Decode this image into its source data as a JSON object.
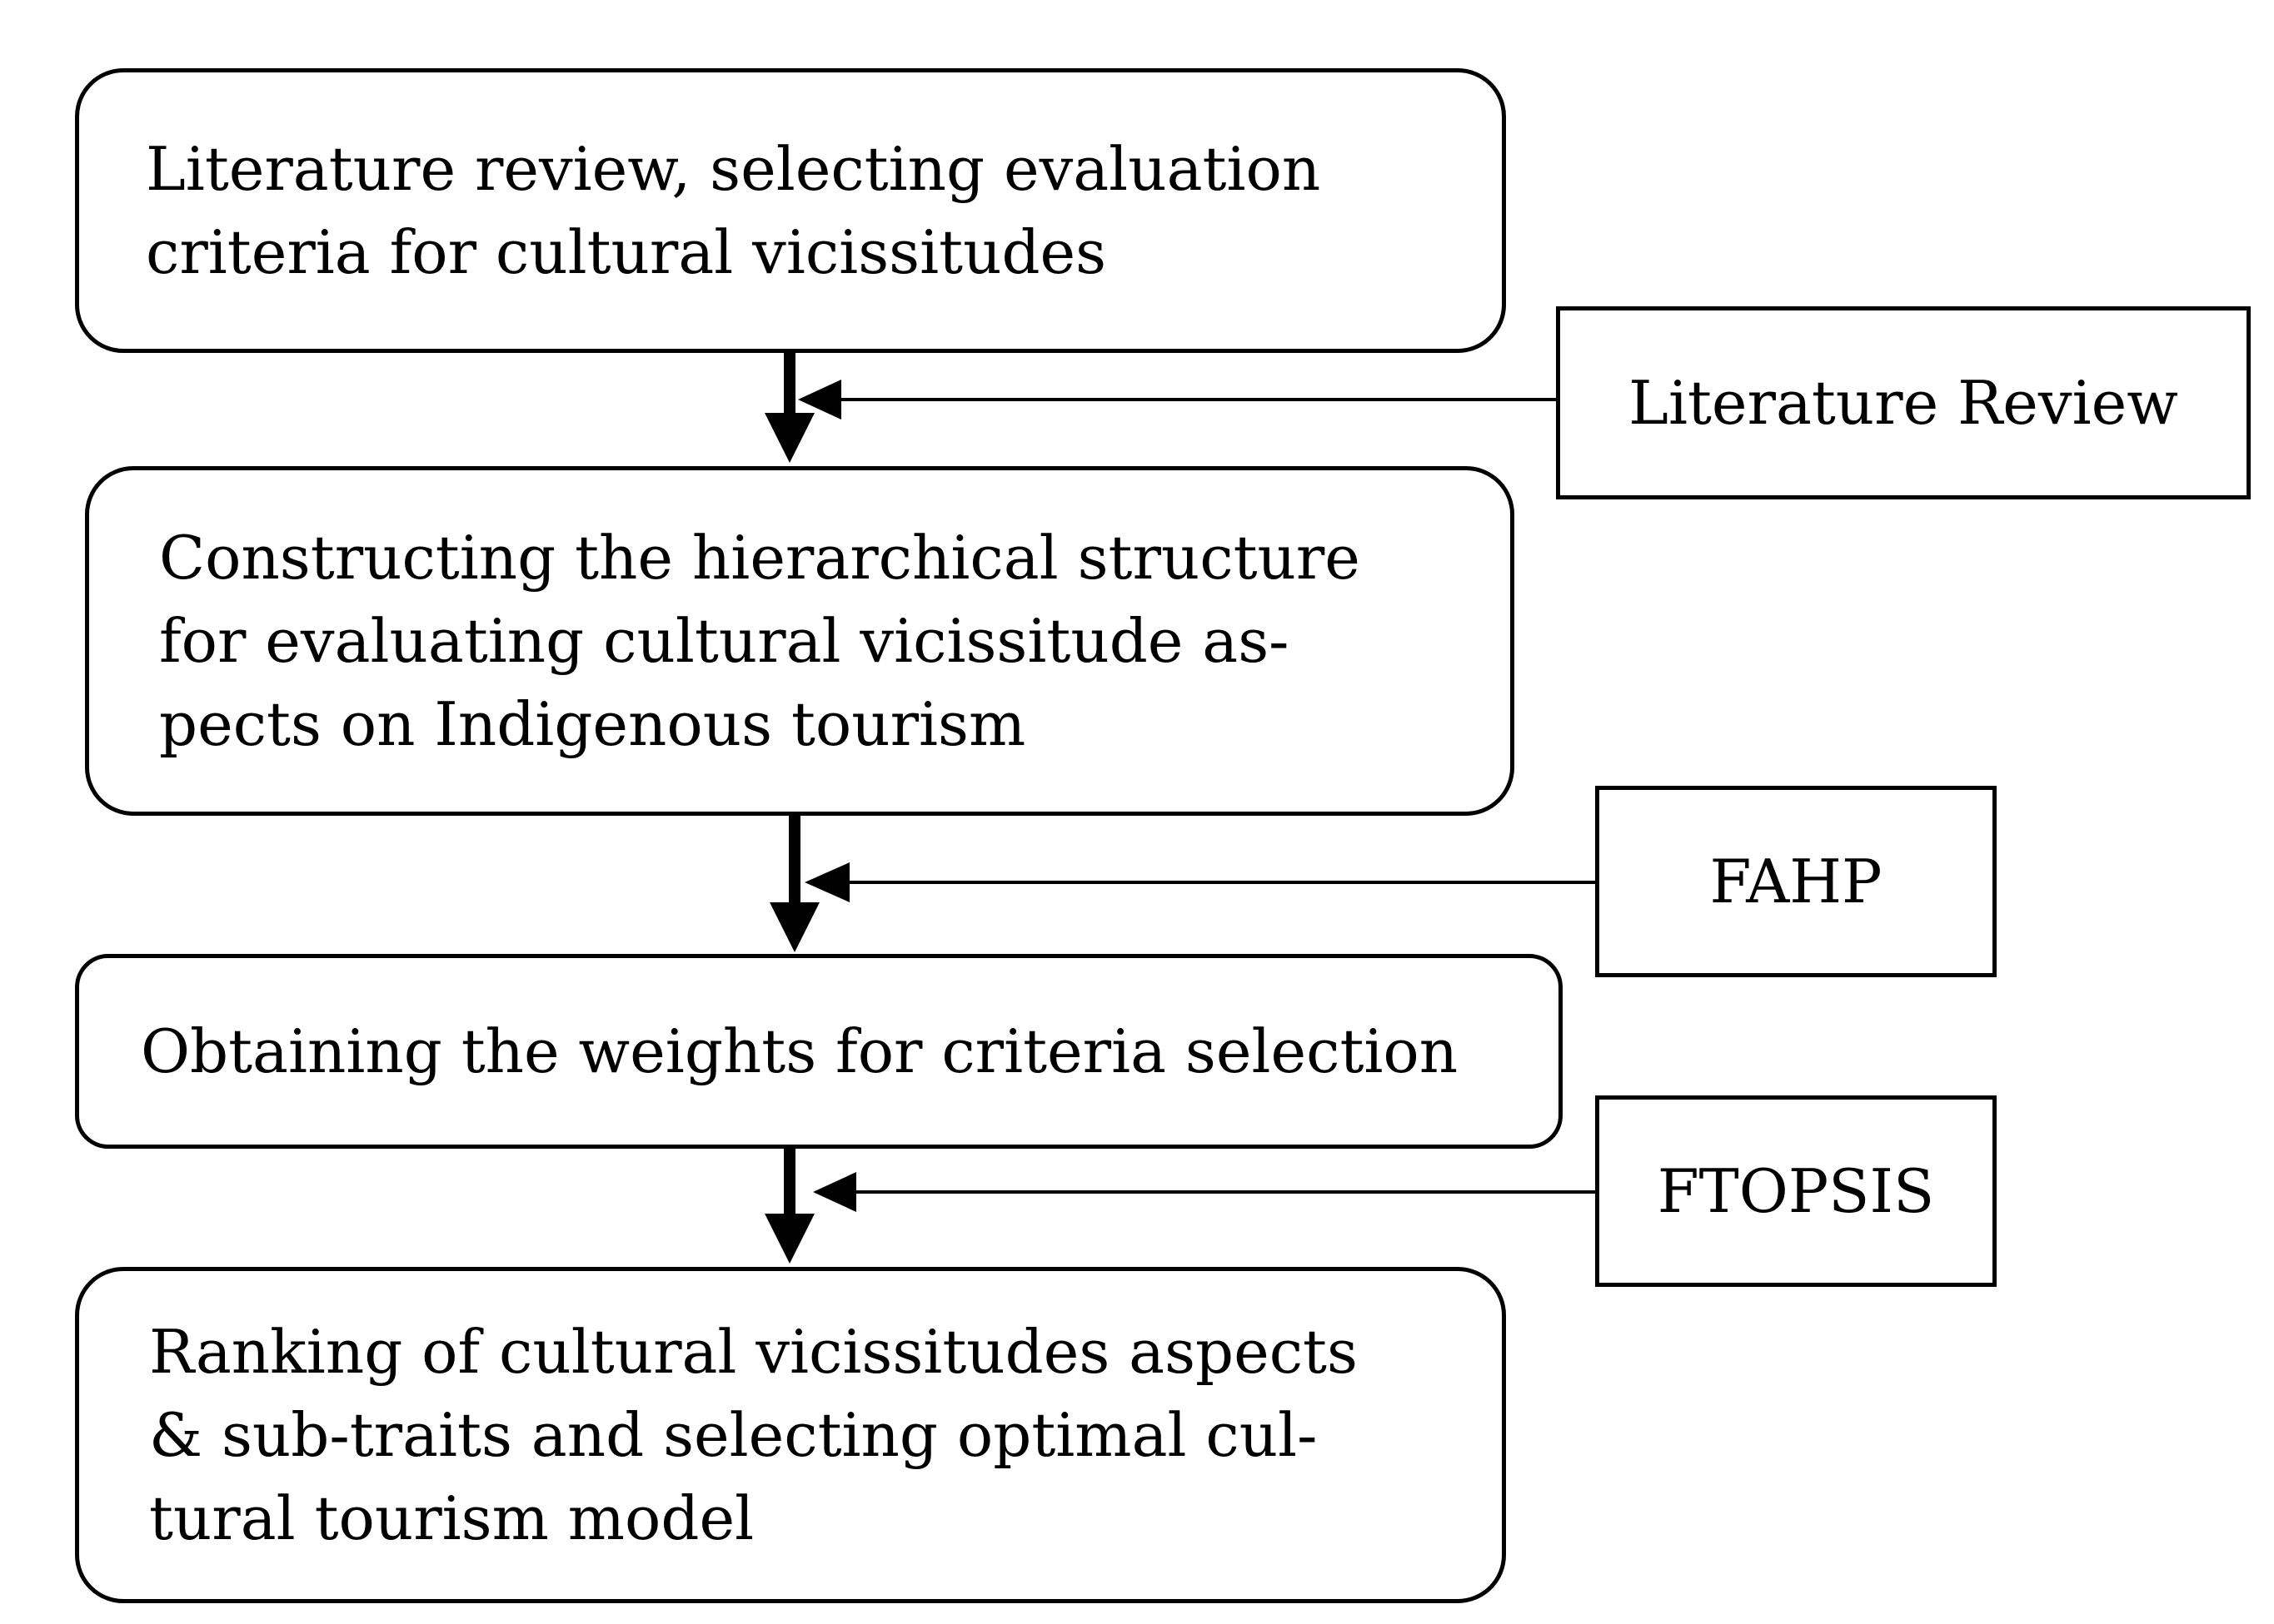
{
  "steps": [
    {
      "lines": [
        "Literature review, selecting evaluation",
        "criteria for cultural vicissitudes"
      ]
    },
    {
      "lines": [
        "Constructing the hierarchical structure",
        "for evaluating cultural vicissitude as-",
        "pects on Indigenous tourism"
      ]
    },
    {
      "lines": [
        "Obtaining the weights for criteria selection"
      ]
    },
    {
      "lines": [
        "Ranking of cultural vicissitudes aspects",
        "& sub-traits and selecting optimal cul-",
        "tural tourism model"
      ]
    }
  ],
  "methods": [
    {
      "label": "Literature Review"
    },
    {
      "label": "FAHP"
    },
    {
      "label": "FTOPSIS"
    }
  ],
  "colors": {
    "stroke": "#000000",
    "background": "#ffffff"
  }
}
